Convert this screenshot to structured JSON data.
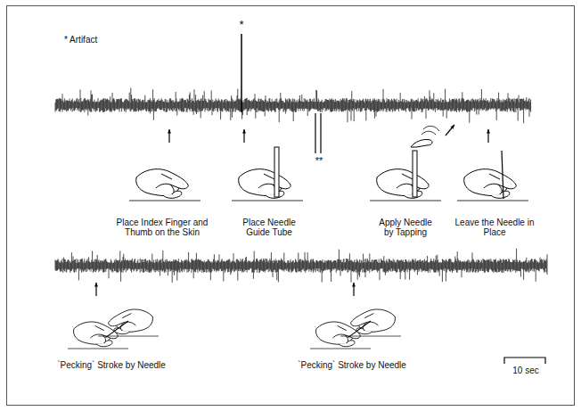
{
  "diagram": {
    "labels": [
      "* Artifact",
      "*",
      "**",
      "Place Index Finger and Thumb on the Skin",
      "Place Needle Guide Tube",
      "Apply Needle by Tapping",
      "Leave the Needle in Place",
      "`Pecking` Stroke by Needle",
      "`Pecking` Stroke by Needle",
      "10 sec"
    ]
  }
}
